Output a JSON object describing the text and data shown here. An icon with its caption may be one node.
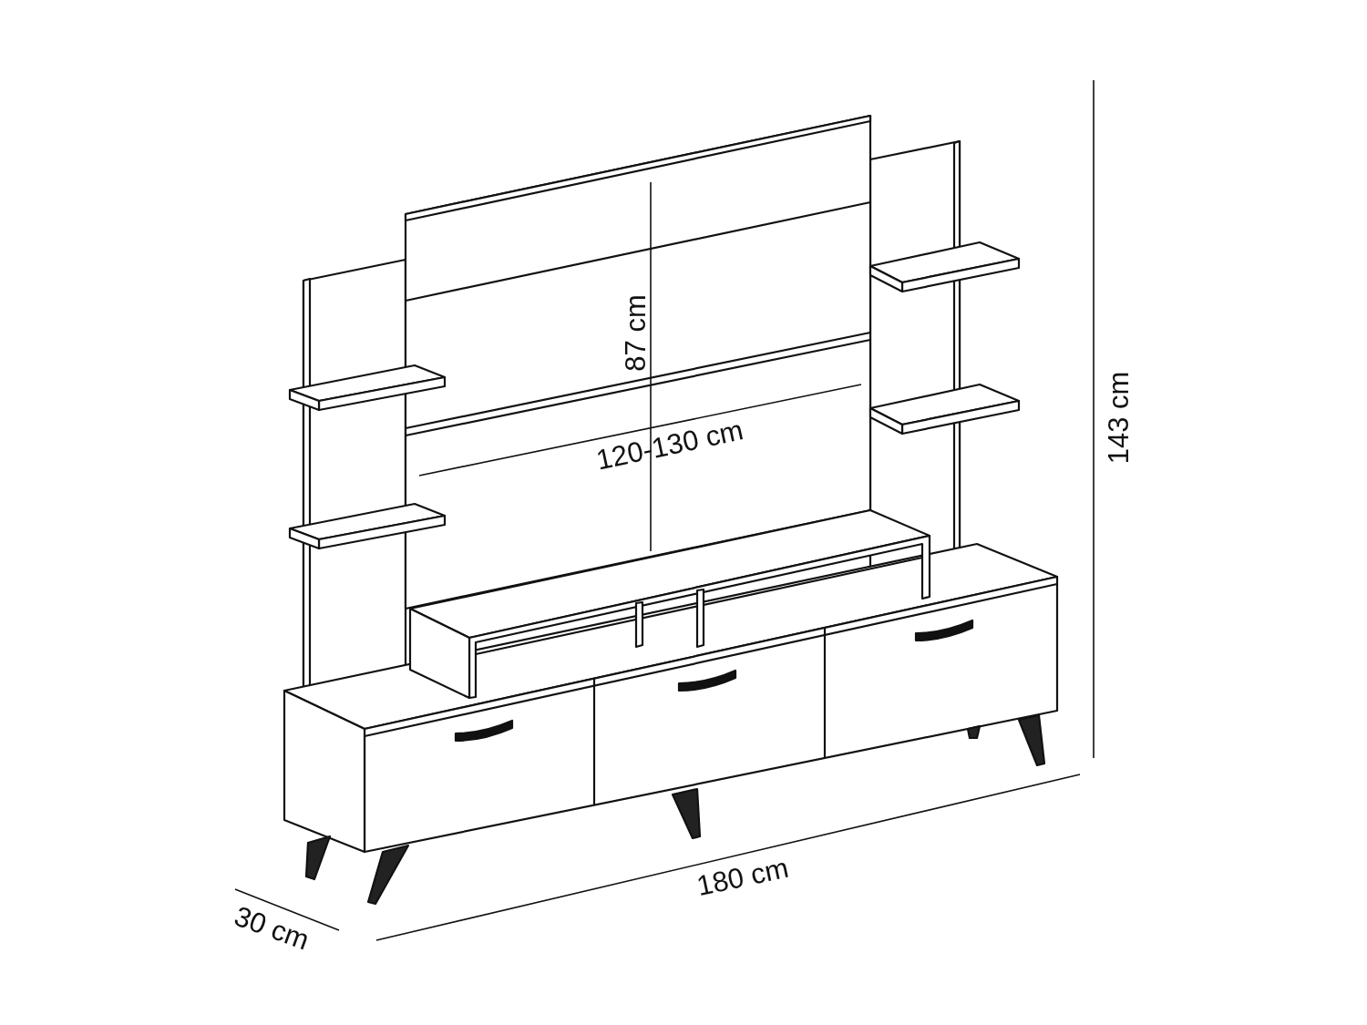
{
  "diagram": {
    "labels": [
      "87 cm",
      "120-130 cm",
      "143 cm",
      "180 cm",
      "30 cm"
    ]
  }
}
